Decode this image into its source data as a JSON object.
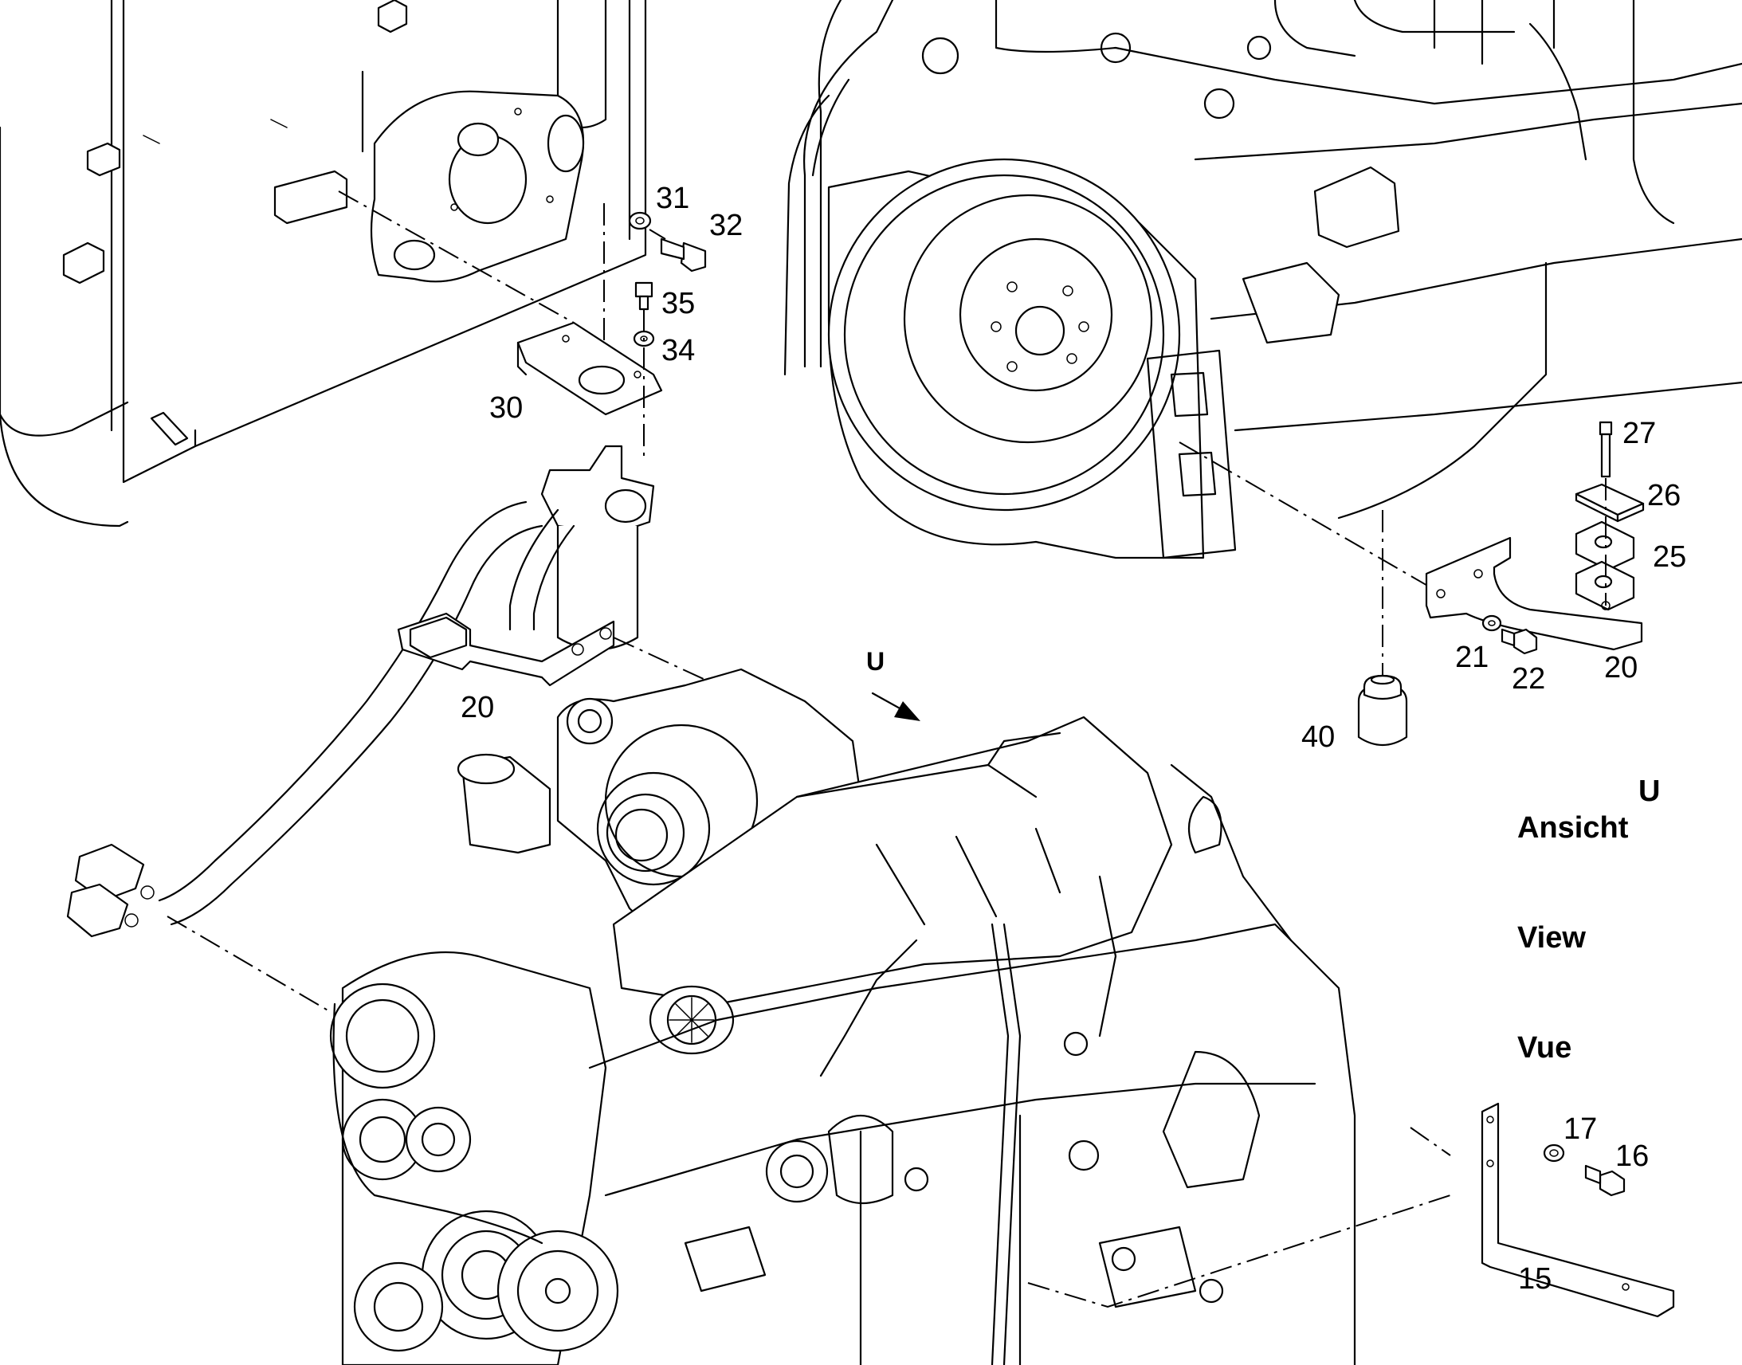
{
  "callouts": {
    "c31": "31",
    "c32": "32",
    "c35": "35",
    "c34": "34",
    "c30": "30",
    "c20_left": "20",
    "c27": "27",
    "c26": "26",
    "c25": "25",
    "c21": "21",
    "c22": "22",
    "c20_right": "20",
    "c40": "40",
    "c17": "17",
    "c16": "16",
    "c15": "15"
  },
  "view_marker": {
    "letter": "U"
  },
  "view_label": {
    "line1": "Ansicht",
    "line2": "View",
    "line3": "Vue",
    "letter": "U"
  }
}
